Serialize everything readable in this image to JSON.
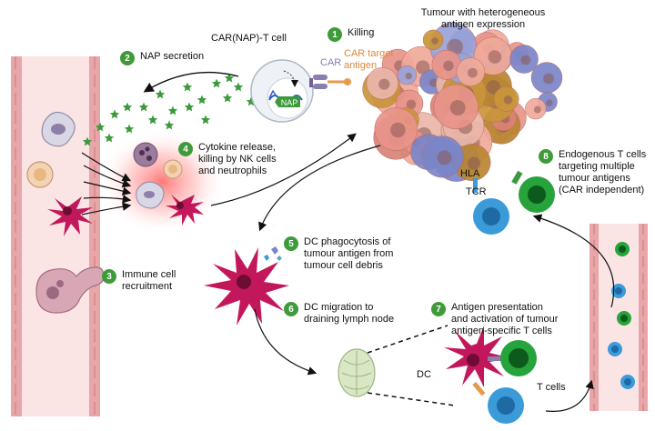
{
  "labels": {
    "car_nap_t_cell": "CAR(NAP)-T cell",
    "car": "CAR",
    "car_target_antigen": [
      "CAR target",
      "antigen"
    ],
    "nap": "NAP",
    "tumour_title": [
      "Tumour with heterogeneous",
      "antigen expression"
    ],
    "hla": "HLA",
    "tcr": "TCR",
    "dc": "DC",
    "t_cells": "T cells"
  },
  "steps": [
    {
      "num": "1",
      "lines": [
        "Killing"
      ]
    },
    {
      "num": "2",
      "lines": [
        "NAP secretion"
      ]
    },
    {
      "num": "3",
      "lines": [
        "Immune cell",
        "recruitment"
      ]
    },
    {
      "num": "4",
      "lines": [
        "Cytokine release,",
        "killing by NK cells",
        "and neutrophils"
      ]
    },
    {
      "num": "5",
      "lines": [
        "DC phagocytosis of",
        "tumour antigen from",
        "tumour cell debris"
      ]
    },
    {
      "num": "6",
      "lines": [
        "DC migration to",
        "draining lymph node"
      ]
    },
    {
      "num": "7",
      "lines": [
        "Antigen presentation",
        "and activation of tumour",
        "antigen-specific T cells"
      ]
    },
    {
      "num": "8",
      "lines": [
        "Endogenous T cells",
        "targeting multiple",
        "tumour antigens",
        "(CAR independent)"
      ]
    }
  ],
  "colors": {
    "step_badge": "#3f9b3a",
    "vessel_wall": "#e8a6a8",
    "vessel_fill": "#fbe4e4",
    "nap_star": "#3c9a3c",
    "dc_magenta": "#c2185b",
    "t_cell_green": "#27a33b",
    "t_cell_blue": "#3a9bd8",
    "car_purple": "#8a7db0",
    "antigen_orange": "#e79a4b",
    "tumour_pink": "#e8948a",
    "tumour_blue": "#7b86c9",
    "tumour_gold": "#c9953a"
  }
}
